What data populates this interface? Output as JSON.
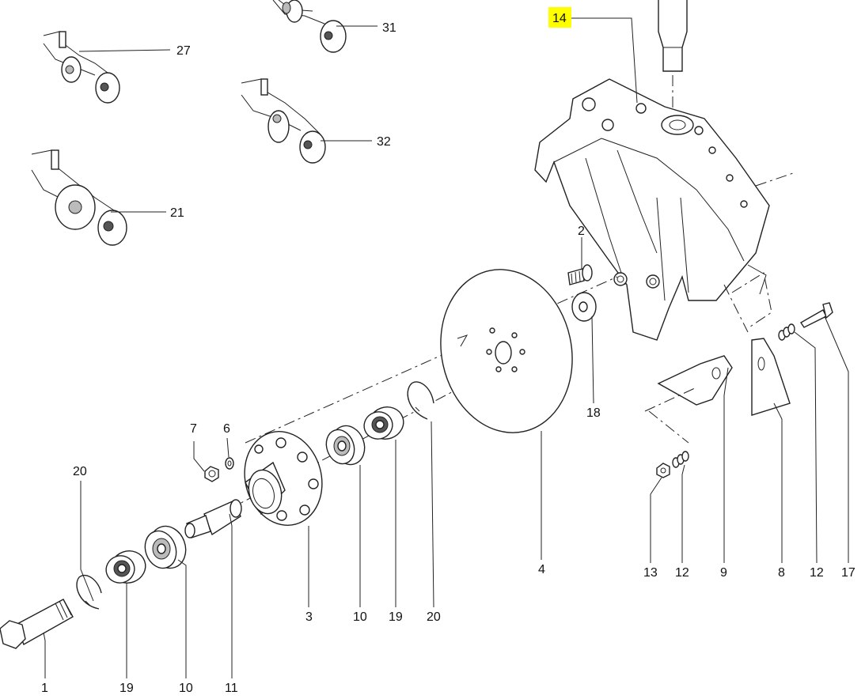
{
  "highlight_color": "#ffff00",
  "callouts": [
    {
      "id": "c27",
      "text": "27"
    },
    {
      "id": "c31",
      "text": "31"
    },
    {
      "id": "c32",
      "text": "32"
    },
    {
      "id": "c21",
      "text": "21"
    },
    {
      "id": "c14",
      "text": "14",
      "highlighted": true
    },
    {
      "id": "c2",
      "text": "2"
    },
    {
      "id": "c18",
      "text": "18"
    },
    {
      "id": "c7",
      "text": "7"
    },
    {
      "id": "c6",
      "text": "6"
    },
    {
      "id": "c20a",
      "text": "20"
    },
    {
      "id": "c4",
      "text": "4"
    },
    {
      "id": "c3",
      "text": "3"
    },
    {
      "id": "c10a",
      "text": "10"
    },
    {
      "id": "c19a",
      "text": "19"
    },
    {
      "id": "c20b",
      "text": "20"
    },
    {
      "id": "c13",
      "text": "13"
    },
    {
      "id": "c12a",
      "text": "12"
    },
    {
      "id": "c9",
      "text": "9"
    },
    {
      "id": "c8",
      "text": "8"
    },
    {
      "id": "c12b",
      "text": "12"
    },
    {
      "id": "c17",
      "text": "17"
    },
    {
      "id": "c1",
      "text": "1"
    },
    {
      "id": "c19b",
      "text": "19"
    },
    {
      "id": "c10b",
      "text": "10"
    },
    {
      "id": "c11",
      "text": "11"
    }
  ]
}
